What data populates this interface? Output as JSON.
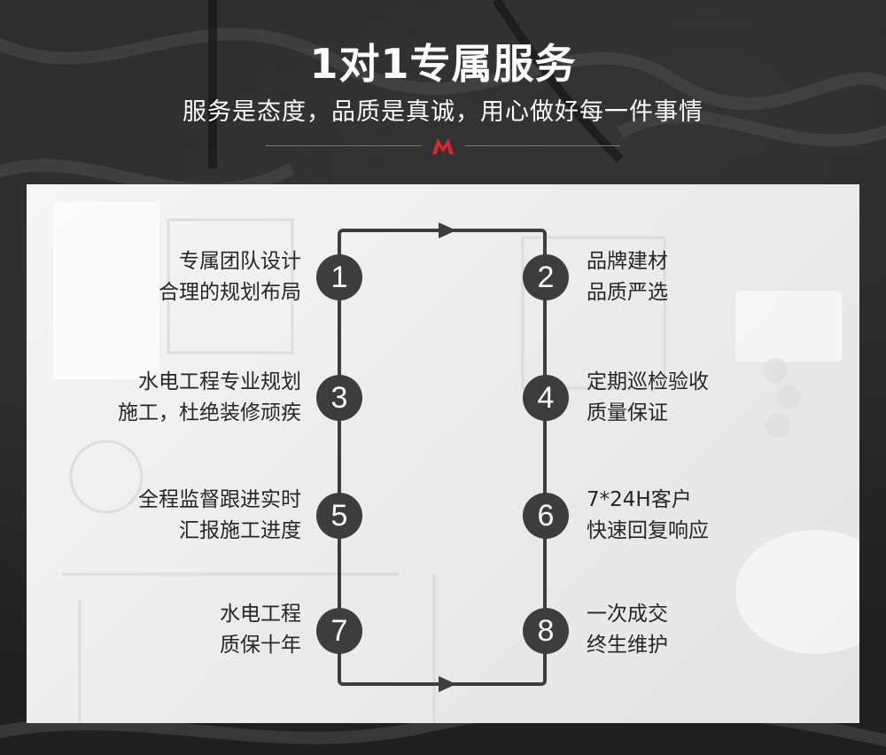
{
  "header": {
    "title": "1对1专属服务",
    "subtitle": "服务是态度，品质是真诚，用心做好每一件事情"
  },
  "colors": {
    "accent": "#d9282f",
    "circle": "#3d3d3d",
    "text": "#262626",
    "background": "#262626",
    "panel": "#f0f0f0"
  },
  "steps": [
    {
      "num": "1",
      "line1": "专属团队设计",
      "line2": "合理的规划布局"
    },
    {
      "num": "2",
      "line1": "品牌建材",
      "line2": "品质严选"
    },
    {
      "num": "3",
      "line1": "水电工程专业规划",
      "line2": "施工，杜绝装修顽疾"
    },
    {
      "num": "4",
      "line1": "定期巡检验收",
      "line2": "质量保证"
    },
    {
      "num": "5",
      "line1": "全程监督跟进实时",
      "line2": "汇报施工进度"
    },
    {
      "num": "6",
      "line1": "7*24H客户",
      "line2": "快速回复响应"
    },
    {
      "num": "7",
      "line1": "水电工程",
      "line2": "质保十年"
    },
    {
      "num": "8",
      "line1": "一次成交",
      "line2": "终生维护"
    }
  ]
}
